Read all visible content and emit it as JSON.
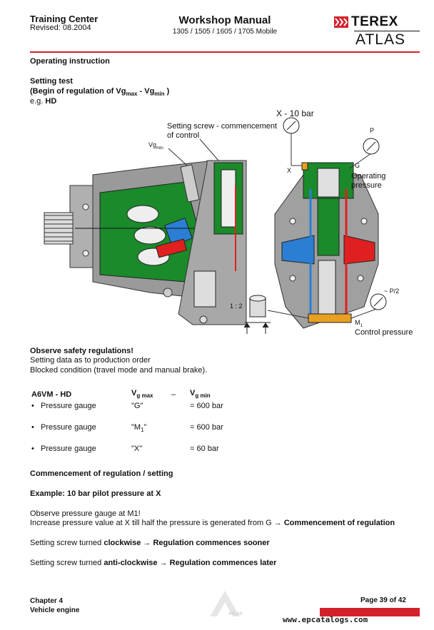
{
  "header": {
    "training_center": "Training Center",
    "revised": "Revised: 08.2004",
    "manual_title": "Workshop Manual",
    "models": "1305 / 1505 / 1605 / 1705 Mobile",
    "brand_terex": "TEREX",
    "brand_atlas": "ATLAS"
  },
  "content": {
    "section_title": "Operating instruction",
    "setting_test": "Setting test",
    "begin_prefix": "(Begin of regulation of Vg",
    "begin_sub_max": "max",
    "begin_mid": " - Vg",
    "begin_sub_min": "min",
    "begin_suffix": " )",
    "eg_prefix": "e.g. ",
    "eg_value": "HD",
    "figure_labels": {
      "x_10bar": "X - 10 bar",
      "setting_screw_1": "Setting screw - commencement",
      "setting_screw_2": "of control",
      "vg_min": "Vg",
      "vg_min_sub": "min",
      "p": "P",
      "x": "X",
      "g": "G",
      "operating_1": "Operating",
      "operating_2": "pressure",
      "p_half": "~ P/2",
      "ratio": "1 : 2",
      "m1": "M",
      "m1_sub": "1",
      "control_pressure": "Control pressure"
    },
    "observe_safety": "Observe safety regulations!",
    "setting_data": "Setting data as to production order",
    "blocked": "Blocked condition (travel mode and manual brake).",
    "table": {
      "title": "A6VM - HD",
      "col_max": "V",
      "col_max_sub": "g max",
      "dash": "–",
      "col_min": "V",
      "col_min_sub": "g min",
      "rows": [
        {
          "label": "Pressure gauge",
          "gauge": "\"G\"",
          "value": "= 600 bar"
        },
        {
          "label": "Pressure gauge",
          "gauge": "\"M",
          "gauge_sub": "1",
          "gauge_end": "\"",
          "value": "= 600 bar"
        },
        {
          "label": "Pressure gauge",
          "gauge": "\"X\"",
          "value": "= 60 bar"
        }
      ]
    },
    "commencement_title": "Commencement of regulation / setting",
    "example_title": "Example: 10 bar pilot pressure at X",
    "observe_m1": "Observe pressure gauge at M1!",
    "increase_prefix": "Increase pressure value at X till half the pressure is generated from G → ",
    "increase_bold": "Commencement of regulation",
    "cw_prefix": "Setting screw turned ",
    "cw_bold": "clockwise",
    "cw_arrow": " → ",
    "cw_result": "Regulation commences sooner",
    "acw_prefix": "Setting screw turned ",
    "acw_bold": "anti-clockwise",
    "acw_arrow": " → ",
    "acw_result": "Regulation commences later"
  },
  "footer": {
    "chapter": "Chapter 4",
    "vehicle_engine": "Vehicle engine",
    "page": "Page 39 of 42",
    "url": "www.epcatalogs.com",
    "watermark": "ATLAS"
  },
  "colors": {
    "brand_red": "#d4202c",
    "hydraulic_green": "#1a8a2a",
    "hydraulic_blue": "#2a7fd4",
    "hydraulic_red": "#e02020",
    "housing_gray": "#9a9a9a"
  }
}
